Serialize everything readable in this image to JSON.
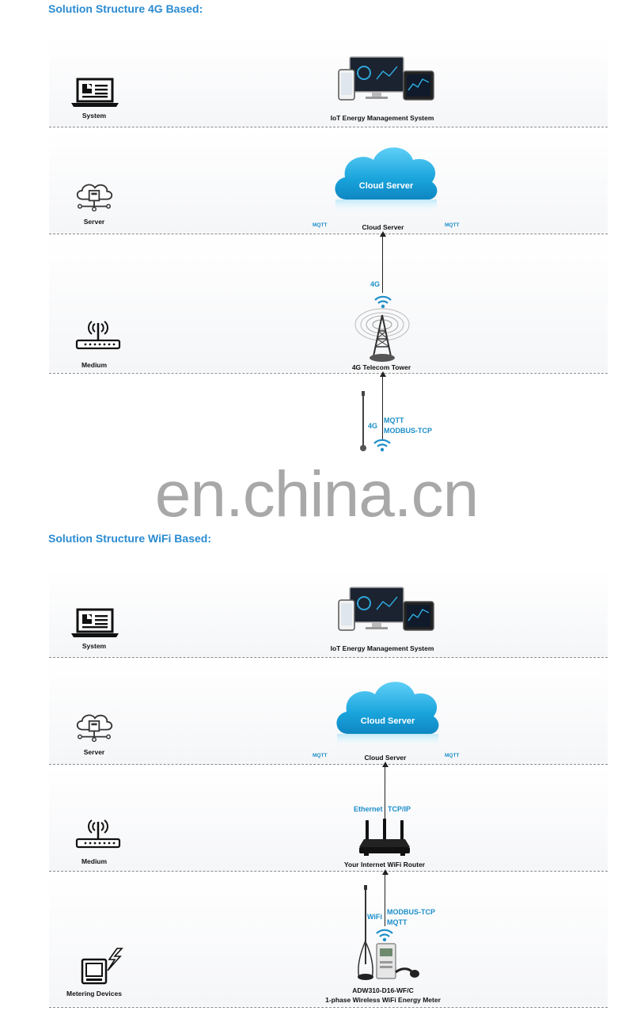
{
  "section_4g": {
    "title": "Solution Structure 4G Based:",
    "rows": {
      "system": "System",
      "server": "Server",
      "medium": "Medium"
    },
    "captions": {
      "iot": "IoT Energy Management System",
      "cloud_server": "Cloud Server",
      "tower": "4G Telecom Tower"
    },
    "cloud_text": "Cloud Server",
    "mqtt_left": "MQTT",
    "mqtt_right": "MQTT",
    "link_4g_upper": "4G",
    "link_4g_lower": "4G",
    "proto_mqtt": "MQTT",
    "proto_modbus": "MODBUS-TCP"
  },
  "watermark": "en.china.cn",
  "section_wifi": {
    "title": "Solution Structure WiFi Based:",
    "rows": {
      "system": "System",
      "server": "Server",
      "medium": "Medium",
      "metering": "Metering Devices"
    },
    "captions": {
      "iot": "IoT Energy Management System",
      "cloud_server": "Cloud Server",
      "router": "Your Internet WiFi Router",
      "meter_line1": "ADW310-D16-WF/C",
      "meter_line2": "1-phase Wireless WiFi Energy Meter"
    },
    "cloud_text": "Cloud Server",
    "mqtt_left": "MQTT",
    "mqtt_right": "MQTT",
    "proto_ethernet": "Ethernet",
    "proto_tcpip": "TCP/IP",
    "proto_wifi": "WiFi",
    "proto_modbus": "MODBUS-TCP",
    "proto_mqtt": "MQTT"
  },
  "colors": {
    "accent": "#1c8ec9",
    "title": "#2a8bd1",
    "cloud": "#2bb3e6"
  }
}
